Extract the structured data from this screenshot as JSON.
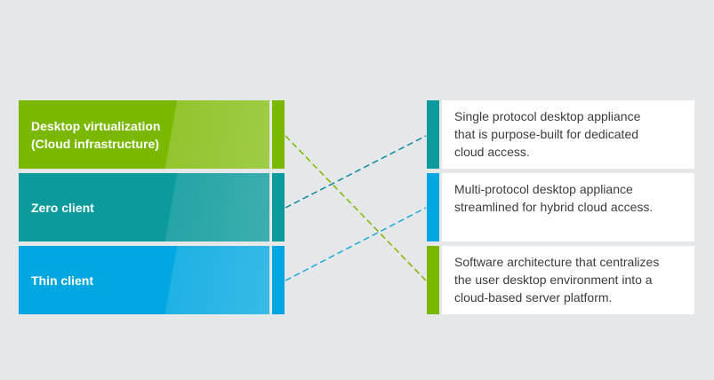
{
  "colors": {
    "background": "#e6e7e8",
    "green": "#7ab800",
    "teal": "#0d9a9c",
    "blue": "#00a7e0",
    "green_line": "#7ab800",
    "teal_line": "#0b8ca0",
    "blue_line": "#1aa9dd"
  },
  "terms": [
    {
      "label": "Desktop virtualization\n(Cloud infrastructure)",
      "color": "green"
    },
    {
      "label": "Zero client",
      "color": "teal"
    },
    {
      "label": "Thin client",
      "color": "blue"
    }
  ],
  "definitions": [
    {
      "text": "Single protocol desktop appliance\nthat is purpose-built for dedicated\ncloud access.",
      "color": "teal"
    },
    {
      "text": "Multi-protocol desktop appliance\nstreamlined for hybrid cloud access.",
      "color": "blue"
    },
    {
      "text": "Software architecture that centralizes\nthe user desktop environment into a\ncloud-based server platform.",
      "color": "green"
    }
  ],
  "connections": [
    {
      "from": "Desktop virtualization\n(Cloud infrastructure)",
      "to": "Software architecture that centralizes\nthe user desktop environment into a\ncloud-based server platform.",
      "color": "green_line"
    },
    {
      "from": "Zero client",
      "to": "Single protocol desktop appliance\nthat is purpose-built for dedicated\ncloud access.",
      "color": "teal_line"
    },
    {
      "from": "Thin client",
      "to": "Multi-protocol desktop appliance\nstreamlined for hybrid cloud access.",
      "color": "blue_line"
    }
  ]
}
